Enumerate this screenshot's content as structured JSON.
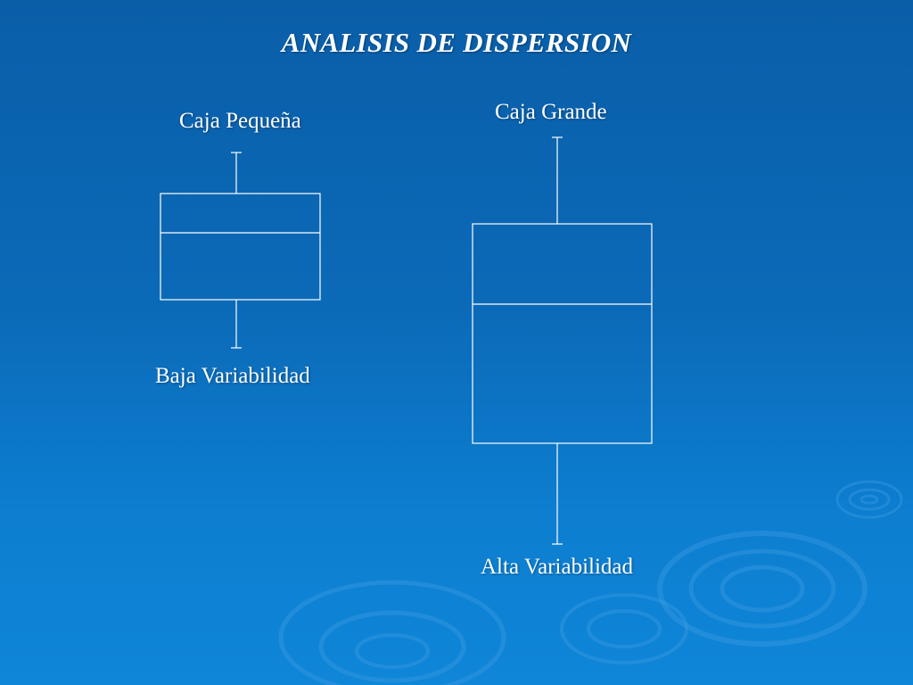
{
  "title": "ANALISIS DE DISPERSION",
  "small_box": {
    "top_label": "Caja Pequeña",
    "bottom_label": "Baja Variabilidad"
  },
  "large_box": {
    "top_label": "Caja Grande",
    "bottom_label": "Alta Variabilidad"
  },
  "colors": {
    "background": "#0b6ab8",
    "lines": "#ffffff",
    "text": "#ffffff"
  }
}
